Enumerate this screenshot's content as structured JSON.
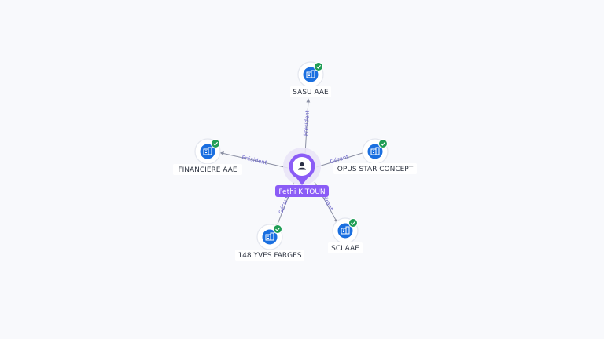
{
  "colors": {
    "accent": "#8b5cf6",
    "company_blue": "#1a6fe0",
    "verified_green": "#1f9d55",
    "edge": "#8a8fa3",
    "edge_label": "#6b64c9"
  },
  "center": {
    "name": "Fethi KITOUN",
    "icon": "person-icon"
  },
  "nodes": [
    {
      "id": "sasu-aae",
      "label": "SASU AAE",
      "relation": "Président",
      "icon": "company-building-icon",
      "verified": true
    },
    {
      "id": "financiere-aae",
      "label": "FINANCIERE AAE",
      "relation": "Président",
      "icon": "company-building-icon",
      "verified": true
    },
    {
      "id": "opus-star-concept",
      "label": "OPUS STAR CONCEPT",
      "relation": "Gérant",
      "icon": "company-building-icon",
      "verified": true
    },
    {
      "id": "148-yves-farges",
      "label": "148 YVES FARGES",
      "relation": "Gérant",
      "icon": "company-building-icon",
      "verified": true
    },
    {
      "id": "sci-aae",
      "label": "SCI AAE",
      "relation": "Gérant",
      "icon": "company-building-icon",
      "verified": true
    }
  ]
}
